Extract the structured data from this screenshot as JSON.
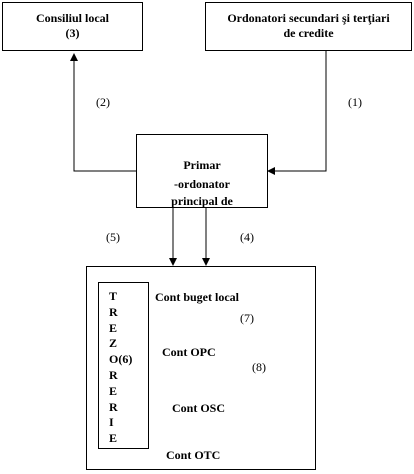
{
  "boxes": {
    "council": {
      "line1": "Consiliul local",
      "line2": "(3)"
    },
    "secondary": {
      "line1": "Ordonatori secundari şi terţiari",
      "line2": "de credite"
    },
    "mayor": {
      "line1": "Primar",
      "line2": "-ordonator",
      "line3": "principal de"
    }
  },
  "treasury": {
    "letters": [
      "T",
      "R",
      "E",
      "Z",
      "O(6)",
      "R",
      "E",
      "R",
      "I",
      "E"
    ]
  },
  "accounts": {
    "local_budget": "Cont buget local",
    "opc": "Cont OPC",
    "osc": "Cont OSC",
    "otc": "Cont OTC"
  },
  "flow_labels": {
    "l1": "(1)",
    "l2": "(2)",
    "l4": "(4)",
    "l5": "(5)",
    "l7": "(7)",
    "l8": "(8)"
  }
}
